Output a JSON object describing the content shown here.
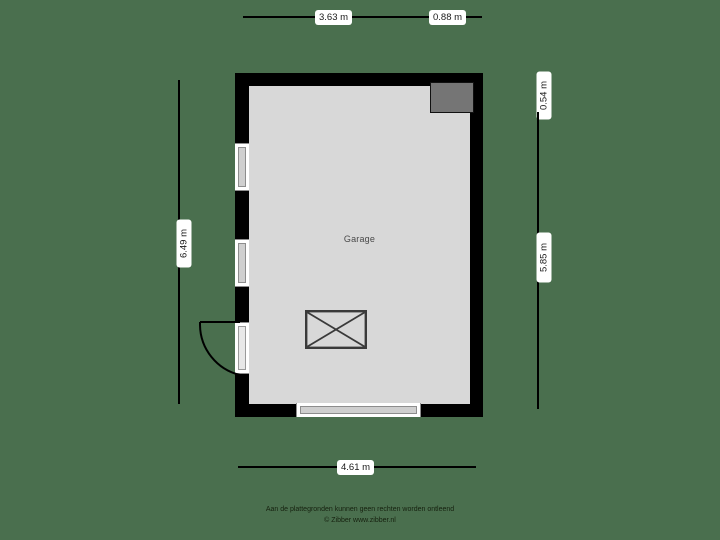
{
  "plan": {
    "room_label": "Garage",
    "background_color": "#4a6f4e",
    "wall_color": "#000000",
    "floor_color": "#d8d8d8",
    "fixture_color": "#757575"
  },
  "dimensions": {
    "top_left": "3.63 m",
    "top_right": "0.88 m",
    "left": "6.49 m",
    "right_top": "0.54 m",
    "right_bottom": "5.85 m",
    "bottom": "4.61 m"
  },
  "footer": {
    "disclaimer": "Aan de plattegronden kunnen geen rechten worden ontleend",
    "copyright": "© Zibber www.zibber.nl"
  }
}
